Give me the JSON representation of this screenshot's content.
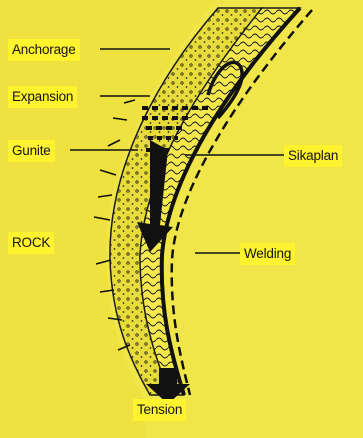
{
  "labels": {
    "anchorage": "Anchorage",
    "expansion": "Expansion",
    "gunite": "Gunite",
    "rock": "ROCK",
    "sikaplan": "Sikaplan",
    "welding": "Welding",
    "tension": "Tension"
  },
  "colors": {
    "background": "#f0e64a",
    "label_fill": "#fff22e",
    "ink": "#151515"
  }
}
